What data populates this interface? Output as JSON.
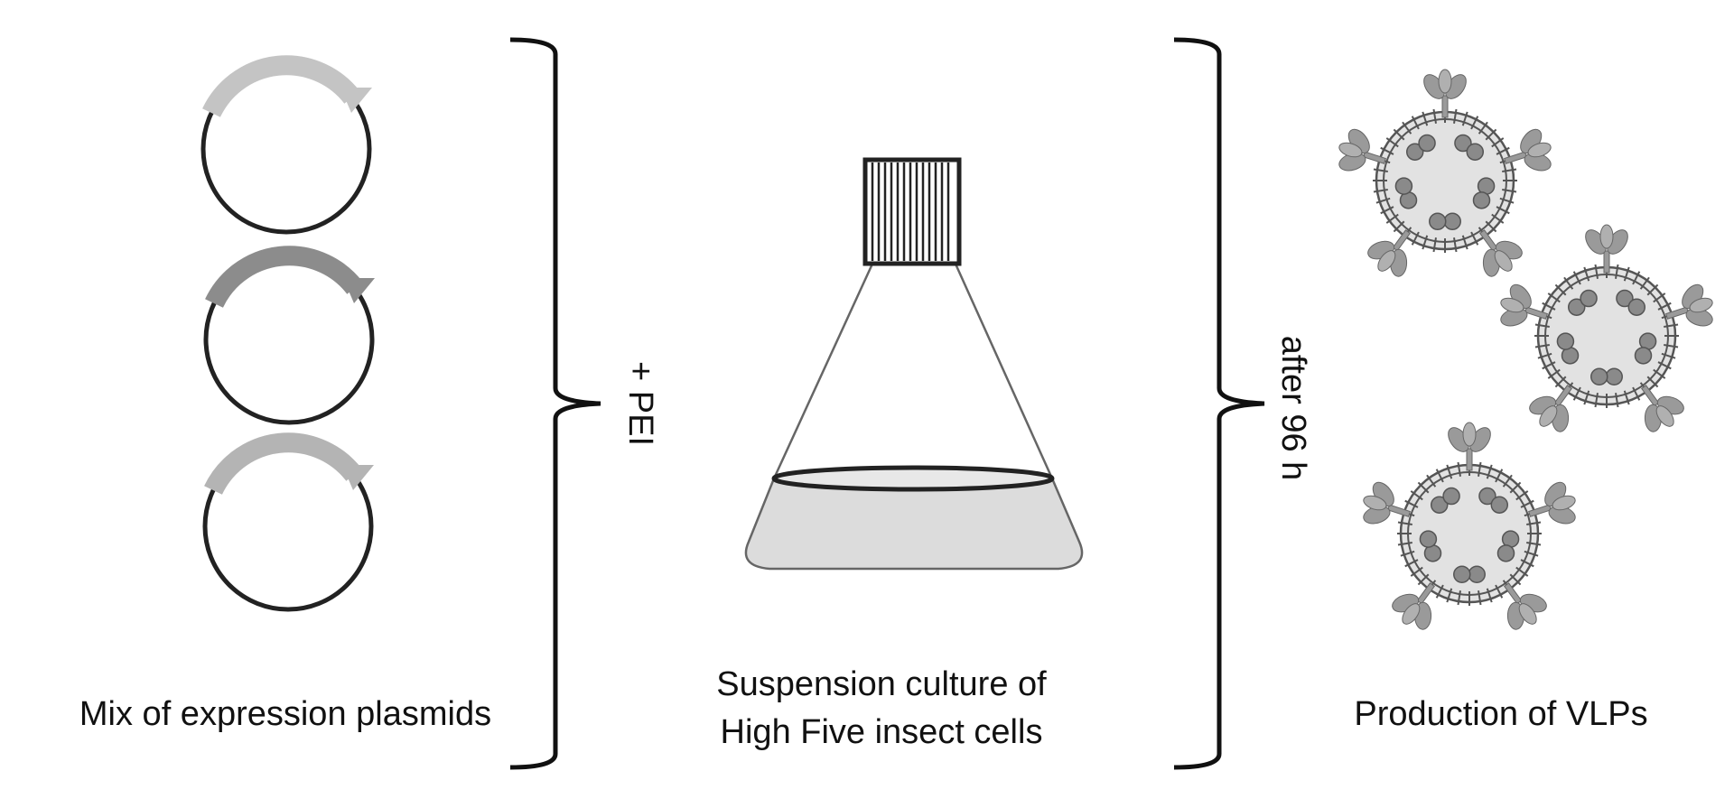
{
  "captions": {
    "plasmids": "Mix of expression plasmids",
    "culture_line1": "Suspension culture of",
    "culture_line2": "High Five insect cells",
    "vlps": "Production of VLPs"
  },
  "labels": {
    "pei": "+ PEI",
    "time": "after  96 h"
  },
  "colors": {
    "ink": "#222222",
    "plasmid_arrows": [
      "#c4c4c4",
      "#8c8c8c",
      "#b4b4b4"
    ],
    "medium": "#dcdcdc",
    "vlp_fill": "#e2e2e2",
    "vlp_spike": "#9a9a9a",
    "vlp_core": "#8a8a8a"
  },
  "icons": [
    "plasmid-icon",
    "plasmid-icon",
    "plasmid-icon",
    "flask-icon",
    "vlp-icon",
    "vlp-icon",
    "vlp-icon"
  ]
}
